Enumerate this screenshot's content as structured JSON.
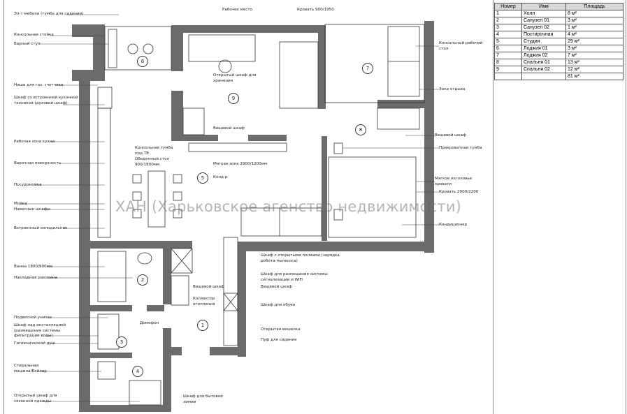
{
  "watermark": "ХАН (Харьковское агенство недвижимости)",
  "colors": {
    "wall": "#6b6b6b",
    "line": "#333333",
    "table_header": "#d9d9d9"
  },
  "rooms_table": {
    "headers": [
      "Номер",
      "Имя",
      "Площадь"
    ],
    "rows": [
      [
        "1",
        "Холл",
        "8 м²"
      ],
      [
        "2",
        "Санузел 01",
        "3 м²"
      ],
      [
        "3",
        "Санузел 02",
        "1 м²"
      ],
      [
        "4",
        "Постирочная",
        "4 м²"
      ],
      [
        "5",
        "Студия",
        "29 м²"
      ],
      [
        "6",
        "Лоджия 01",
        "3 м²"
      ],
      [
        "7",
        "Лоджия 02",
        "7 м²"
      ],
      [
        "8",
        "Спальня 01",
        "13 м²"
      ],
      [
        "9",
        "Спальня 02",
        "12 м²"
      ]
    ],
    "total": "81 м²"
  },
  "room_numbers": [
    "1",
    "2",
    "3",
    "4",
    "5",
    "6",
    "7",
    "8",
    "9"
  ],
  "labels": {
    "left": [
      "Эл-т мебели (тумба для сидения)",
      "Консольная стойка",
      "Барный стул",
      "Ниша для газ. счетчика",
      "Шкаф со встроенной кухонной\nтехникой (духовой шкаф)",
      "Рабочая зона кухни",
      "Варочная поверхность",
      "Посудомойка",
      "Мойка",
      "Навесные шкафы",
      "Встроенный холодильник",
      "Ванна 1800/900мм",
      "Накладная раковина",
      "Подвесной унитаз",
      "Шкаф над инсталляцией\n(размещения системы\nфильтрации воды)",
      "Гигиенический душ",
      "Стиральная\nмашина/Бойлер",
      "Открытый шкаф для\nсезонной одежды"
    ],
    "center": [
      "Рабочее место",
      "Кровать 900/1950",
      "Открытый шкаф для\nхранения",
      "Вещевой шкаф",
      "Консольная тумба\nпод ТВ",
      "Обеденный стол\n900/1800мм",
      "Мягкая зона 2900/1200мм",
      "Конд-р",
      "Вещевой шкаф",
      "Коллектор\nотопления",
      "Домофон",
      "Шкаф для бытовой\nхимии",
      "Шкаф с открытыми полками (зарядка\nробота-пылесоса)",
      "Шкаф для размещения системы\nсигнализации и WiFi",
      "Вещевой шкаф",
      "Шкаф для обуви",
      "Открытая вешалка",
      "Пуф для сидения"
    ],
    "right": [
      "Консольный рабочий\nстол",
      "Зона отдыха",
      "Вещевой шкаф",
      "Прикроватная тумба",
      "Мягкое изголовье\nкровати",
      "Кровать 2000/2200",
      "Кондиционер"
    ]
  }
}
